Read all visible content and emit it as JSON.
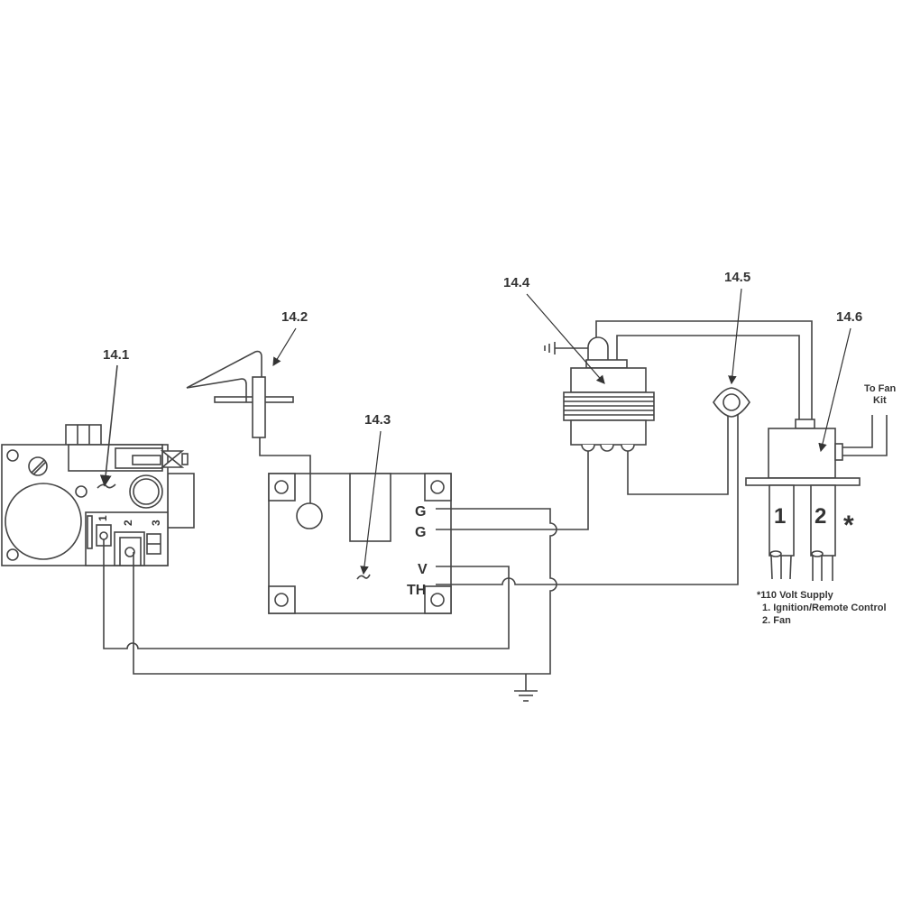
{
  "labels": {
    "control_valve": "14.1",
    "igniter_electrode": "14.2",
    "control_module": "14.3",
    "transformer": "14.4",
    "switch": "14.5",
    "junction_box": "14.6"
  },
  "valve_terminals": [
    "1",
    "2",
    "3"
  ],
  "module_terminals": {
    "g1": "G",
    "g2": "G",
    "v": "V",
    "th": "TH"
  },
  "junction_box": {
    "to_fan_line1": "To Fan",
    "to_fan_line2": "Kit",
    "cable1": "1",
    "cable2": "2",
    "asterisk": "*",
    "note_title": "*110 Volt Supply",
    "note_item1": "1.  Ignition/Remote Control",
    "note_item2": "2.  Fan"
  },
  "colors": {
    "line": "#444444",
    "background": "#ffffff"
  }
}
